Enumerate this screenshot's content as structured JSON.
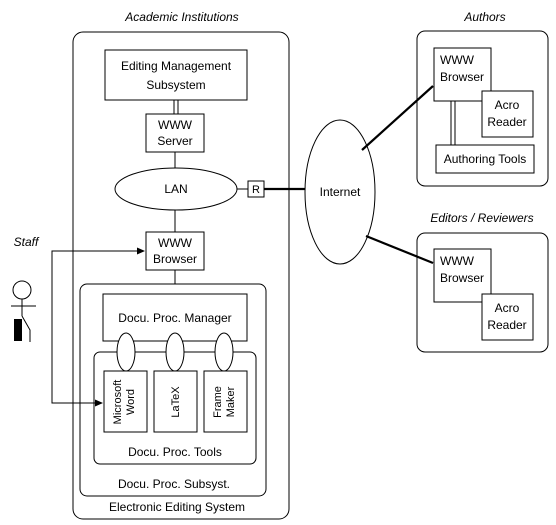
{
  "regions": {
    "academic": "Academic Institutions",
    "authors": "Authors",
    "editors": "Editors / Reviewers",
    "electronic_editing_system": "Electronic Editing System"
  },
  "academic": {
    "editing_mgmt": [
      "Editing Management",
      "Subsystem"
    ],
    "www_server": [
      "WWW",
      "Server"
    ],
    "lan": "LAN",
    "router": "R",
    "www_browser": [
      "WWW",
      "Browser"
    ],
    "docu_proc_manager": "Docu. Proc. Manager",
    "tools": {
      "word": [
        "Microsoft",
        "Word"
      ],
      "latex": "LaTeX",
      "frame": [
        "Frame",
        "Maker"
      ]
    },
    "docu_proc_tools": "Docu. Proc. Tools",
    "docu_proc_subsyst": "Docu. Proc. Subsyst."
  },
  "internet": "Internet",
  "authors": {
    "www_browser": [
      "WWW",
      "Browser"
    ],
    "acro_reader": [
      "Acro",
      "Reader"
    ],
    "authoring_tools": "Authoring Tools"
  },
  "editors": {
    "www_browser": [
      "WWW",
      "Browser"
    ],
    "acro_reader": [
      "Acro",
      "Reader"
    ]
  },
  "staff": "Staff"
}
